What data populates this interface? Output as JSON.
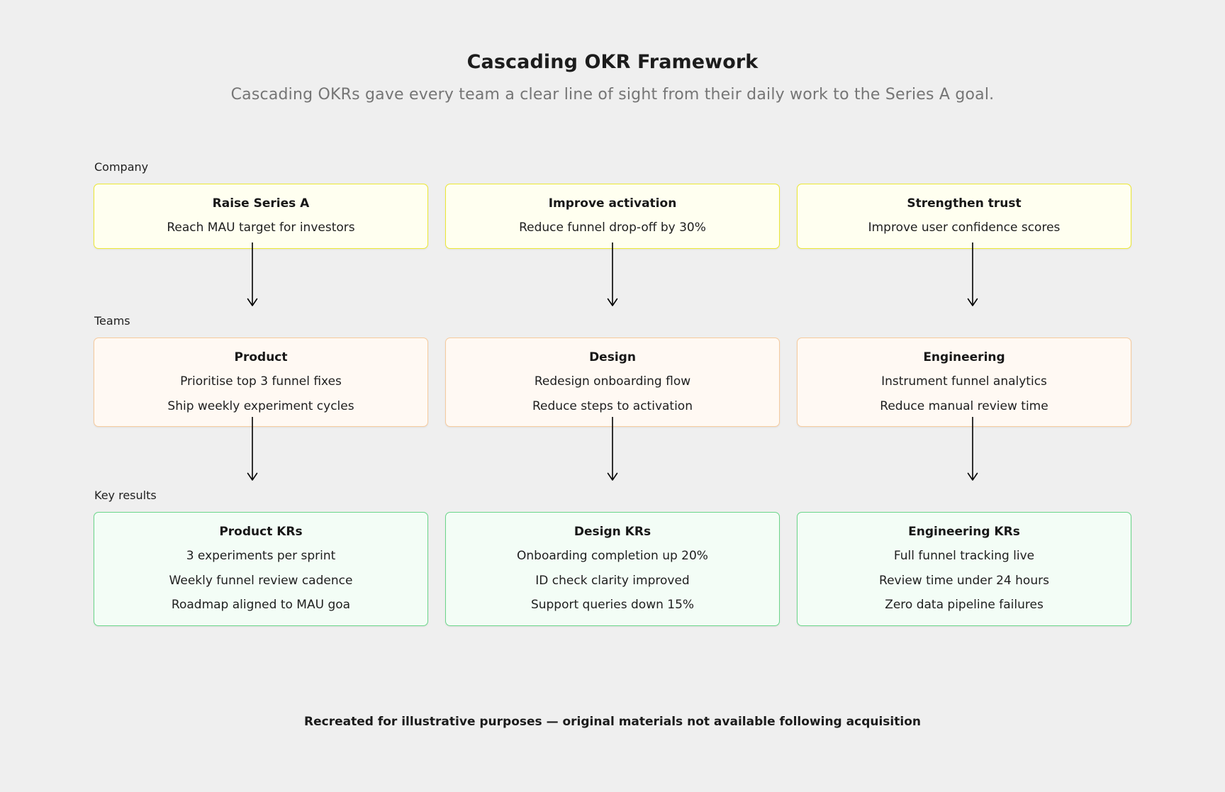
{
  "header": {
    "title": "Cascading OKR Framework",
    "subtitle": "Cascading OKRs gave every team a clear line of sight from their daily work to the Series A goal."
  },
  "colors": {
    "background": "#EFEFEF",
    "company_border": "#ECE834",
    "company_fill": "#FFFFF0",
    "teams_border": "#F6CB9E",
    "teams_fill": "#FFF9F3",
    "kr_border": "#6BD68A",
    "kr_fill": "#F3FDF6",
    "connector": "#000000",
    "title_text": "#1C1C1C",
    "subtitle_text": "#757575"
  },
  "tiers": [
    {
      "label": "Company",
      "cards": [
        {
          "title": "Raise Series A",
          "lines": [
            "Reach MAU target for investors"
          ]
        },
        {
          "title": "Improve activation",
          "lines": [
            "Reduce funnel drop-off by 30%"
          ]
        },
        {
          "title": "Strengthen trust",
          "lines": [
            "Improve user confidence scores"
          ]
        }
      ]
    },
    {
      "label": "Teams",
      "cards": [
        {
          "title": "Product",
          "lines": [
            "Prioritise top 3 funnel fixes",
            "Ship weekly experiment cycles"
          ]
        },
        {
          "title": "Design",
          "lines": [
            "Redesign onboarding flow",
            "Reduce steps to activation"
          ]
        },
        {
          "title": "Engineering",
          "lines": [
            "Instrument funnel analytics",
            "Reduce manual review time"
          ]
        }
      ]
    },
    {
      "label": "Key results",
      "cards": [
        {
          "title": "Product KRs",
          "lines": [
            "3 experiments per sprint",
            "Weekly funnel review cadence",
            "Roadmap aligned to MAU goa"
          ]
        },
        {
          "title": "Design KRs",
          "lines": [
            "Onboarding completion up 20%",
            "ID check clarity improved",
            "Support queries down 15%"
          ]
        },
        {
          "title": "Engineering KRs",
          "lines": [
            "Full funnel tracking live",
            "Review time under 24 hours",
            "Zero data pipeline failures"
          ]
        }
      ]
    }
  ],
  "connectors": {
    "count_per_row": 3,
    "direction": "down",
    "arrowhead": "chevron"
  },
  "footer": {
    "note": "Recreated for illustrative purposes — original materials not available following acquisition"
  }
}
